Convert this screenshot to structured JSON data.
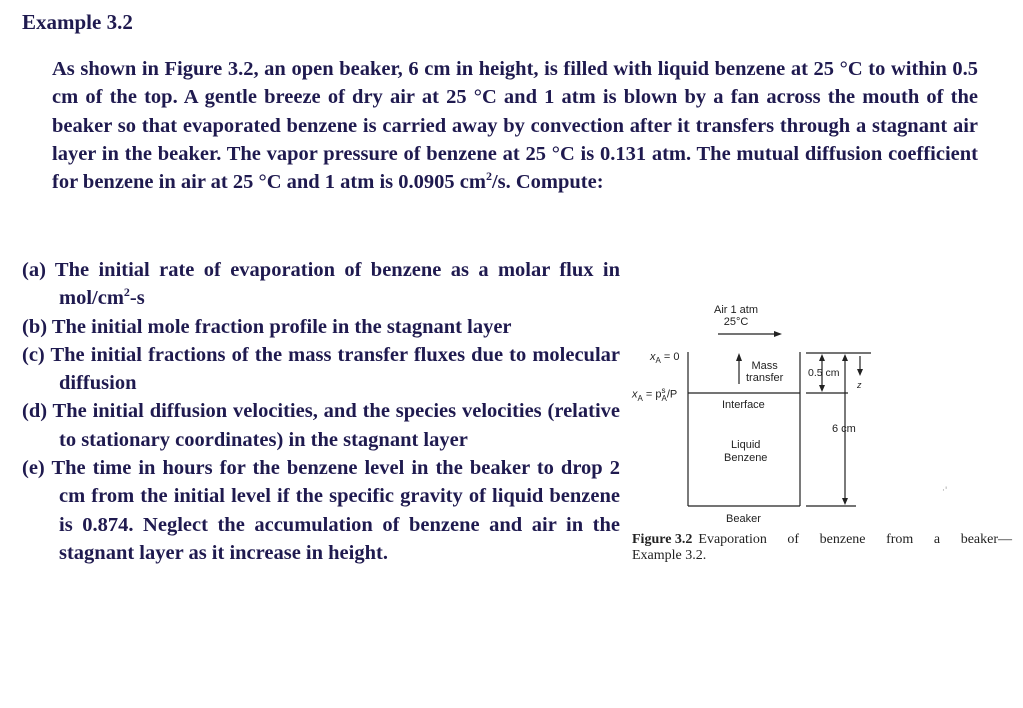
{
  "heading": "Example 3.2",
  "intro": {
    "before_sup": "As shown in Figure 3.2, an open beaker, 6 cm in height, is filled with liquid benzene at 25 °C to within 0.5 cm of the top. A gentle breeze of dry air at 25 °C and 1 atm is blown by a fan across the mouth of the beaker so that evaporated benzene is carried away by convection after it transfers through a stagnant air layer in the beaker. The vapor pressure of benzene at 25 °C is 0.131 atm. The mutual diffusion coefficient for benzene in air at 25 °C and 1 atm is 0.0905 cm",
    "sup": "2",
    "after_sup": "/s. Compute:"
  },
  "items": [
    {
      "label": "(a)",
      "before_sup": "The initial rate of evaporation of benzene as a molar flux in mol/cm",
      "sup": "2",
      "after_sup": "-s"
    },
    {
      "label": "(b)",
      "text": "The initial mole fraction profile in the stagnant layer"
    },
    {
      "label": "(c)",
      "text": "The initial fractions of the mass transfer fluxes due to molecular diffusion"
    },
    {
      "label": "(d)",
      "text": "The initial diffusion velocities, and the species velocities (relative to stationary coordinates) in the stagnant layer"
    },
    {
      "label": "(e)",
      "text": "The time in hours for the benzene level in the beaker to drop 2 cm from the initial level if the specific gravity of liquid benzene is 0.874. Neglect the accumulation of benzene and air in the stagnant layer as it increase in height."
    }
  ],
  "figure": {
    "air_label_line1": "Air 1 atm",
    "air_label_line2": "25°C",
    "xa_top": "x",
    "xa_top_sub": "A",
    "xa_top_rest": " = 0",
    "xa_bottom": "x",
    "xa_bottom_sub": "A",
    "xa_bottom_rest": " = p",
    "xa_bottom_p_sup": "s",
    "xa_bottom_p_sub": "A",
    "xa_bottom_end": "/P",
    "mass_transfer_line1": "Mass",
    "mass_transfer_line2": "transfer",
    "dim_05": "0.5 cm",
    "z_label": "z",
    "interface": "Interface",
    "dim_6": "6 cm",
    "liquid_line1": "Liquid",
    "liquid_line2": "Benzene",
    "beaker": "Beaker",
    "caption_bold": "Figure 3.2",
    "caption_rest_line1": "Evaporation of benzene from a beaker—",
    "caption_line2": "Example 3.2."
  }
}
